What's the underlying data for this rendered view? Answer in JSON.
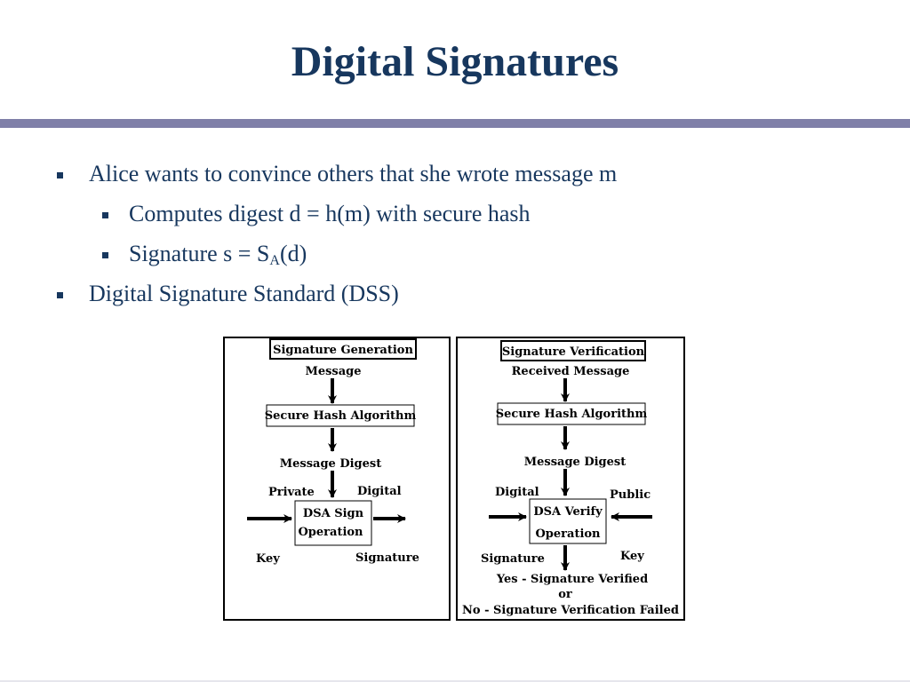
{
  "slide": {
    "title": "Digital Signatures",
    "colors": {
      "title": "#17375e",
      "rule": "#7f7fa8",
      "text": "#17375e"
    }
  },
  "bullets": {
    "b1": "Alice wants to convince others that she wrote message m",
    "b1a": "Computes digest d = h(m) with secure hash",
    "b1b_prefix": "Signature s = S",
    "b1b_sub": "A",
    "b1b_suffix": "(d)",
    "b2": "Digital Signature Standard (DSS)"
  },
  "diagram": {
    "generation": {
      "title": "Signature Generation",
      "message": "Message",
      "hash": "Secure Hash Algorithm",
      "digest": "Message Digest",
      "private": "Private",
      "key": "Key",
      "op_line1": "DSA Sign",
      "op_line2": "Operation",
      "digital": "Digital",
      "signature": "Signature"
    },
    "verification": {
      "title": "Signature Verification",
      "received": "Received Message",
      "hash": "Secure Hash Algorithm",
      "digest": "Message Digest",
      "digital": "Digital",
      "signature": "Signature",
      "op_line1": "DSA Verify",
      "op_line2": "Operation",
      "public": "Public",
      "key": "Key",
      "result_yes": "Yes - Signature Verified",
      "result_or": "or",
      "result_no": "No - Signature Verification Failed"
    }
  }
}
